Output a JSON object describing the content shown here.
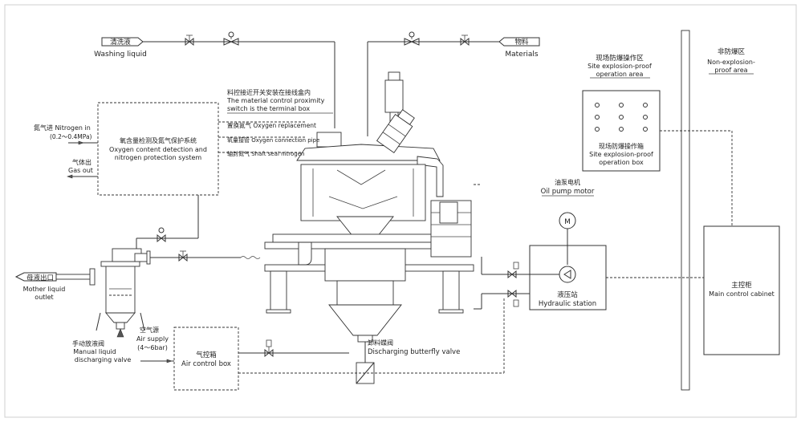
{
  "labels": {
    "washing_liquid_cn": "清洗液",
    "washing_liquid_en": "Washing liquid",
    "materials_cn": "物料",
    "materials_en": "Materials",
    "site_area_cn": "现场防爆操作区",
    "site_area_en1": "Site explosion-proof",
    "site_area_en2": "operation area",
    "non_area_cn": "非防爆区",
    "non_area_en1": "Non-explosion-",
    "non_area_en2": "proof area",
    "proximity_cn": "料控接近开关安装在接线盒内",
    "proximity_en1": "The material control proximity",
    "proximity_en2": "switch is the terminal box",
    "oxygen_repl": "置换氮气 Oxygen replacement",
    "oxygen_pipe": "氧量接管 Oxygen connection pipe",
    "shaft_seal": "轴封氮气 Shaft seal nitrogen",
    "nitrogen_in_1": "氮气进 Nitrogen in",
    "nitrogen_in_2": "(0.2～0.4MPa)",
    "gas_out_cn": "气体出",
    "gas_out_en": "Gas out",
    "detect_cn": "氧含量检测及氮气保护系统",
    "detect_en1": "Oxygen content detection and",
    "detect_en2": "nitrogen protection system",
    "site_box_cn": "现场防爆操作箱",
    "site_box_en1": "Site explosion-proof",
    "site_box_en2": "operation box",
    "oil_motor_cn": "油泵电机",
    "oil_motor_en": "Oil pump motor",
    "motor_symbol": "M",
    "hydraulic_cn": "液压站",
    "hydraulic_en": "Hydraulic station",
    "main_cabinet_cn": "主控柜",
    "main_cabinet_en": "Main control cabinet",
    "mother_liquid_cn": "母液出口",
    "mother_liquid_en1": "Mother liquid",
    "mother_liquid_en2": "outlet",
    "manual_valve_cn": "手动放液阀",
    "manual_valve_en1": "Manual liquid",
    "manual_valve_en2": "discharging valve",
    "air_supply_cn": "空气源",
    "air_supply_en1": "Air supply",
    "air_supply_en2": "(4～6bar)",
    "air_box_cn": "气控箱",
    "air_box_en": "Air control box",
    "butterfly_cn": "卸料蝶阀",
    "butterfly_en": "Discharging butterfly valve"
  }
}
